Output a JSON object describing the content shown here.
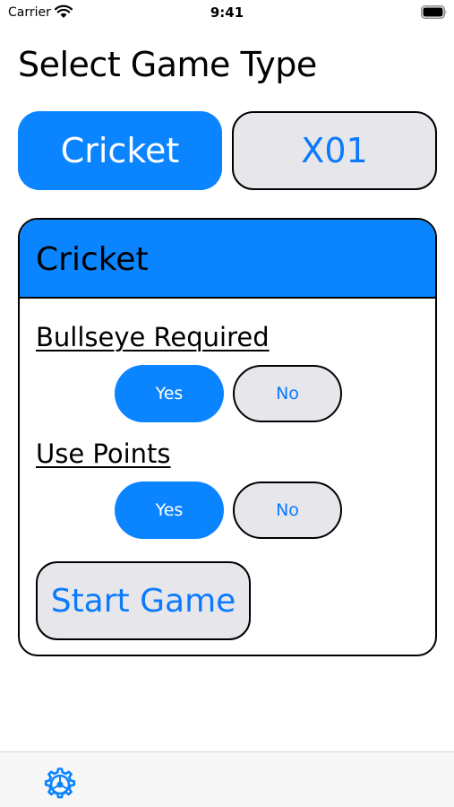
{
  "status_bar": {
    "carrier": "Carrier",
    "time": "9:41"
  },
  "page": {
    "title": "Select Game Type"
  },
  "game_types": {
    "cricket_label": "Cricket",
    "x01_label": "X01",
    "selected": "Cricket"
  },
  "options_card": {
    "title": "Cricket",
    "bullseye": {
      "label": "Bullseye Required",
      "yes_label": "Yes",
      "no_label": "No",
      "selected": "Yes"
    },
    "points": {
      "label": "Use Points",
      "yes_label": "Yes",
      "no_label": "No",
      "selected": "Yes"
    },
    "start_label": "Start Game"
  },
  "toolbar": {
    "settings_icon": "gear-icon"
  },
  "colors": {
    "accent": "#0a84ff",
    "accent_text": "#0a7aff",
    "button_gray": "#e6e6eb"
  }
}
